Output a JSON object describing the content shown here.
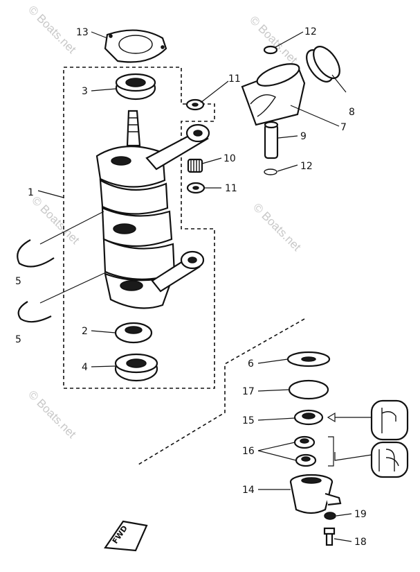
{
  "watermark": "© Boats.net",
  "labels": {
    "p1": "1",
    "p2": "2",
    "p3": "3",
    "p4": "4",
    "p5a": "5",
    "p5b": "5",
    "p6": "6",
    "p7": "7",
    "p8": "8",
    "p9": "9",
    "p10": "10",
    "p11a": "11",
    "p11b": "11",
    "p12a": "12",
    "p12b": "12",
    "p13": "13",
    "p14": "14",
    "p15": "15",
    "p16": "16",
    "p17": "17",
    "p18": "18",
    "p19": "19"
  },
  "fwd_label": "FWD"
}
